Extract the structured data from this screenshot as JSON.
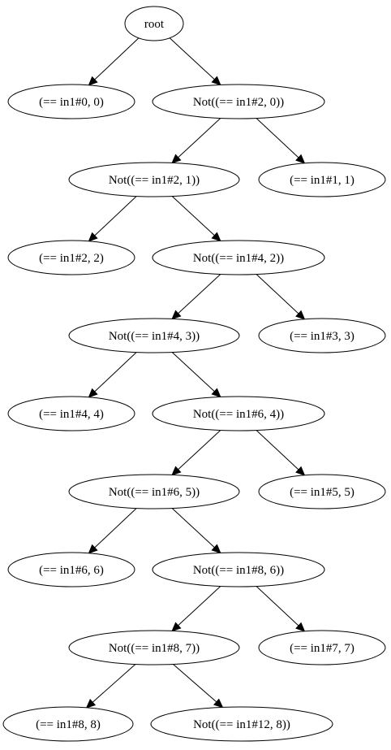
{
  "tree": {
    "nodes": [
      {
        "id": "root",
        "label": "root"
      },
      {
        "id": "eq0",
        "label": "(== in1#0, 0)"
      },
      {
        "id": "not20",
        "label": "Not((== in1#2, 0))"
      },
      {
        "id": "not21",
        "label": "Not((== in1#2, 1))"
      },
      {
        "id": "eq1",
        "label": "(== in1#1, 1)"
      },
      {
        "id": "eq2",
        "label": "(== in1#2, 2)"
      },
      {
        "id": "not42",
        "label": "Not((== in1#4, 2))"
      },
      {
        "id": "not43",
        "label": "Not((== in1#4, 3))"
      },
      {
        "id": "eq3",
        "label": "(== in1#3, 3)"
      },
      {
        "id": "eq4",
        "label": "(== in1#4, 4)"
      },
      {
        "id": "not64",
        "label": "Not((== in1#6, 4))"
      },
      {
        "id": "not65",
        "label": "Not((== in1#6, 5))"
      },
      {
        "id": "eq5",
        "label": "(== in1#5, 5)"
      },
      {
        "id": "eq6",
        "label": "(== in1#6, 6)"
      },
      {
        "id": "not86",
        "label": "Not((== in1#8, 6))"
      },
      {
        "id": "not87",
        "label": "Not((== in1#8, 7))"
      },
      {
        "id": "eq7",
        "label": "(== in1#7, 7)"
      },
      {
        "id": "eq8",
        "label": "(== in1#8, 8)"
      },
      {
        "id": "not128",
        "label": "Not((== in1#12, 8))"
      }
    ],
    "edges": [
      [
        "root",
        "eq0"
      ],
      [
        "root",
        "not20"
      ],
      [
        "not20",
        "not21"
      ],
      [
        "not20",
        "eq1"
      ],
      [
        "not21",
        "eq2"
      ],
      [
        "not21",
        "not42"
      ],
      [
        "not42",
        "not43"
      ],
      [
        "not42",
        "eq3"
      ],
      [
        "not43",
        "eq4"
      ],
      [
        "not43",
        "not64"
      ],
      [
        "not64",
        "not65"
      ],
      [
        "not64",
        "eq5"
      ],
      [
        "not65",
        "eq6"
      ],
      [
        "not65",
        "not86"
      ],
      [
        "not86",
        "not87"
      ],
      [
        "not86",
        "eq7"
      ],
      [
        "not87",
        "eq8"
      ],
      [
        "not87",
        "not128"
      ]
    ]
  }
}
